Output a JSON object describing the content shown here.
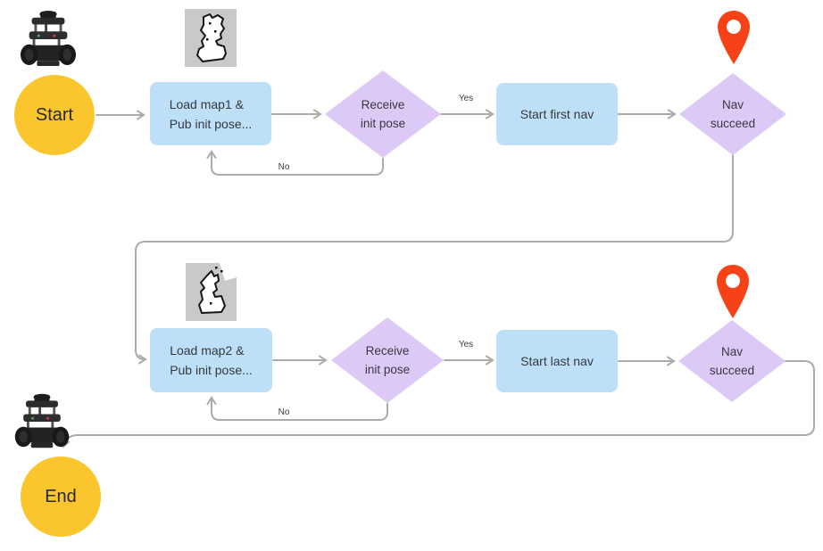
{
  "diagram": {
    "nodes": {
      "start": {
        "label": "Start"
      },
      "load_map1": {
        "line1": "Load map1 &",
        "line2": "Pub init pose..."
      },
      "receive_init_pose_1": {
        "line1": "Receive",
        "line2": "init pose"
      },
      "start_first_nav": {
        "label": "Start first nav"
      },
      "nav_succeed_1": {
        "line1": "Nav",
        "line2": "succeed"
      },
      "load_map2": {
        "line1": "Load map2 &",
        "line2": "Pub init pose..."
      },
      "receive_init_pose_2": {
        "line1": "Receive",
        "line2": "init pose"
      },
      "start_last_nav": {
        "label": "Start last nav"
      },
      "nav_succeed_2": {
        "line1": "Nav",
        "line2": "succeed"
      },
      "end": {
        "label": "End"
      }
    },
    "edge_labels": {
      "yes_1": "Yes",
      "no_1": "No",
      "yes_2": "Yes",
      "no_2": "No"
    },
    "icons": {
      "robot_top": "turtlebot-robot-photo",
      "map_1": "occupancy-grid-map-1",
      "pin_1": "location-pin",
      "map_2": "occupancy-grid-map-2",
      "pin_2": "location-pin",
      "robot_bottom": "turtlebot-robot-photo"
    }
  },
  "colors": {
    "node_yellow": "#FBC52D",
    "node_blue": "#BDE0F8",
    "node_purple": "#DDC9F6",
    "connector_gray": "#ABABAB",
    "pin_red": "#F64216",
    "map_gray": "#C9C9C9",
    "text_dark": "#2E3135"
  }
}
